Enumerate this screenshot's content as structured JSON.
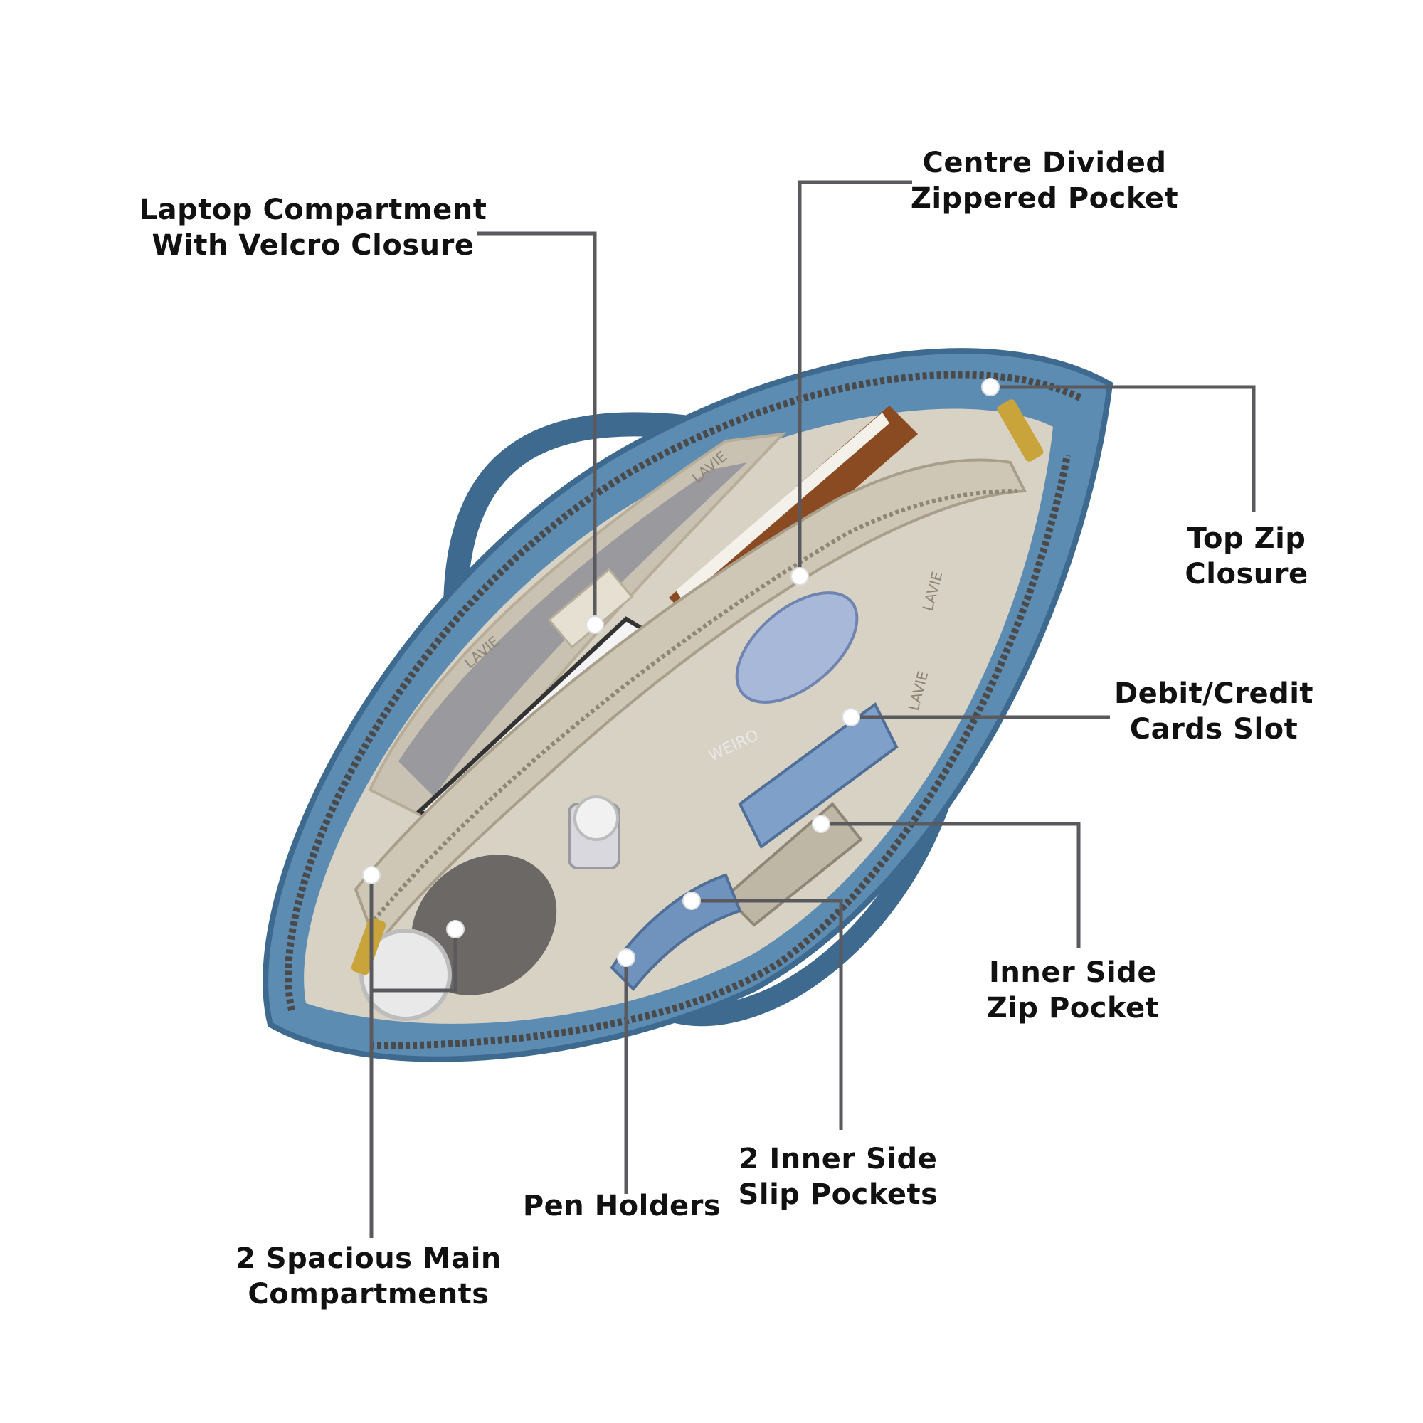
{
  "colors": {
    "background": "#ffffff",
    "leader_line": "#5a5a5e",
    "dot": "#ffffff",
    "bag_leather": "#5d8cb3",
    "bag_leather_dark": "#3f6a8f",
    "lining": "#d8d2c4",
    "lining_shadow": "#b7ad99",
    "zipper": "#4a4a4a",
    "notebook_brown": "#8a4a22",
    "label_text": "#111111"
  },
  "callouts": [
    {
      "id": "laptop-compartment",
      "lines": [
        "Laptop Compartment",
        "With Velcro Closure"
      ]
    },
    {
      "id": "centre-divided-pocket",
      "lines": [
        "Centre Divided",
        "Zippered Pocket"
      ]
    },
    {
      "id": "top-zip-closure",
      "lines": [
        "Top Zip",
        "Closure"
      ]
    },
    {
      "id": "debit-credit-cards-slot",
      "lines": [
        "Debit/Credit",
        "Cards Slot"
      ]
    },
    {
      "id": "inner-side-zip-pocket",
      "lines": [
        "Inner Side",
        "Zip Pocket"
      ]
    },
    {
      "id": "inner-side-slip-pockets",
      "lines": [
        "2 Inner Side",
        "Slip Pockets"
      ]
    },
    {
      "id": "pen-holders",
      "lines": [
        "Pen Holders"
      ]
    },
    {
      "id": "main-compartments",
      "lines": [
        "2 Spacious Main",
        "Compartments"
      ]
    }
  ],
  "bag_brand_marks": [
    "LAVIE",
    "LAVIE",
    "LAVIE",
    "LAVIE",
    "WEIRO"
  ]
}
